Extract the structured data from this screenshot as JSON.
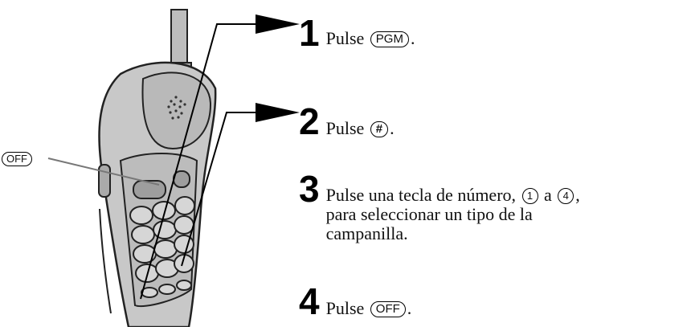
{
  "callout": {
    "off_label": "OFF"
  },
  "steps": [
    {
      "number": "1",
      "pre": "Pulse",
      "key": "PGM",
      "post": "."
    },
    {
      "number": "2",
      "pre": "Pulse",
      "key": "#",
      "post": "."
    },
    {
      "number": "3",
      "pre": "Pulse una tecla de número,",
      "key_a": "1",
      "mid": "a",
      "key_b": "4",
      "post": ",",
      "line2": "para seleccionar un tipo de la",
      "line3": "campanilla."
    },
    {
      "number": "4",
      "pre": "Pulse",
      "key": "OFF",
      "post": "."
    }
  ]
}
